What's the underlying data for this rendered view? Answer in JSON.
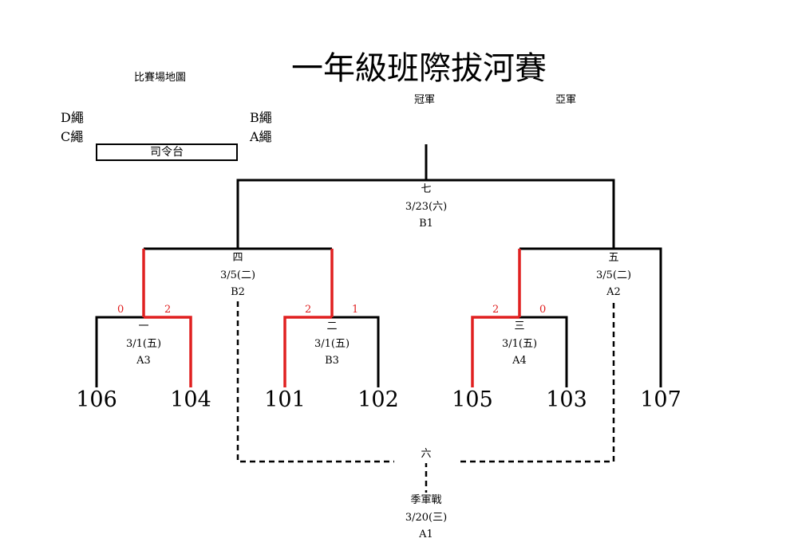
{
  "title": "一年級班際拔河賽",
  "map": {
    "label": "比賽場地圖",
    "rope_d": "D繩",
    "rope_c": "C繩",
    "rope_b": "B繩",
    "rope_a": "A繩",
    "stage": "司令台"
  },
  "podium": {
    "champion": "冠軍",
    "runner_up": "亞軍"
  },
  "teams": [
    "106",
    "104",
    "101",
    "102",
    "105",
    "103",
    "107"
  ],
  "matches": {
    "m1": {
      "label": "一",
      "date": "3/1(五)",
      "rope": "A3",
      "score_left": "0",
      "score_right": "2"
    },
    "m2": {
      "label": "二",
      "date": "3/1(五)",
      "rope": "B3",
      "score_left": "2",
      "score_right": "1"
    },
    "m3": {
      "label": "三",
      "date": "3/1(五)",
      "rope": "A4",
      "score_left": "2",
      "score_right": "0"
    },
    "m4": {
      "label": "四",
      "date": "3/5(二)",
      "rope": "B2"
    },
    "m5": {
      "label": "五",
      "date": "3/5(二)",
      "rope": "A2"
    },
    "m6": {
      "label": "六"
    },
    "m7": {
      "label": "七",
      "date": "3/23(六)",
      "rope": "B1"
    },
    "third": {
      "label": "季軍戰",
      "date": "3/20(三)",
      "rope": "A1"
    }
  },
  "colors": {
    "line": "#000000",
    "winner": "#e02020"
  }
}
